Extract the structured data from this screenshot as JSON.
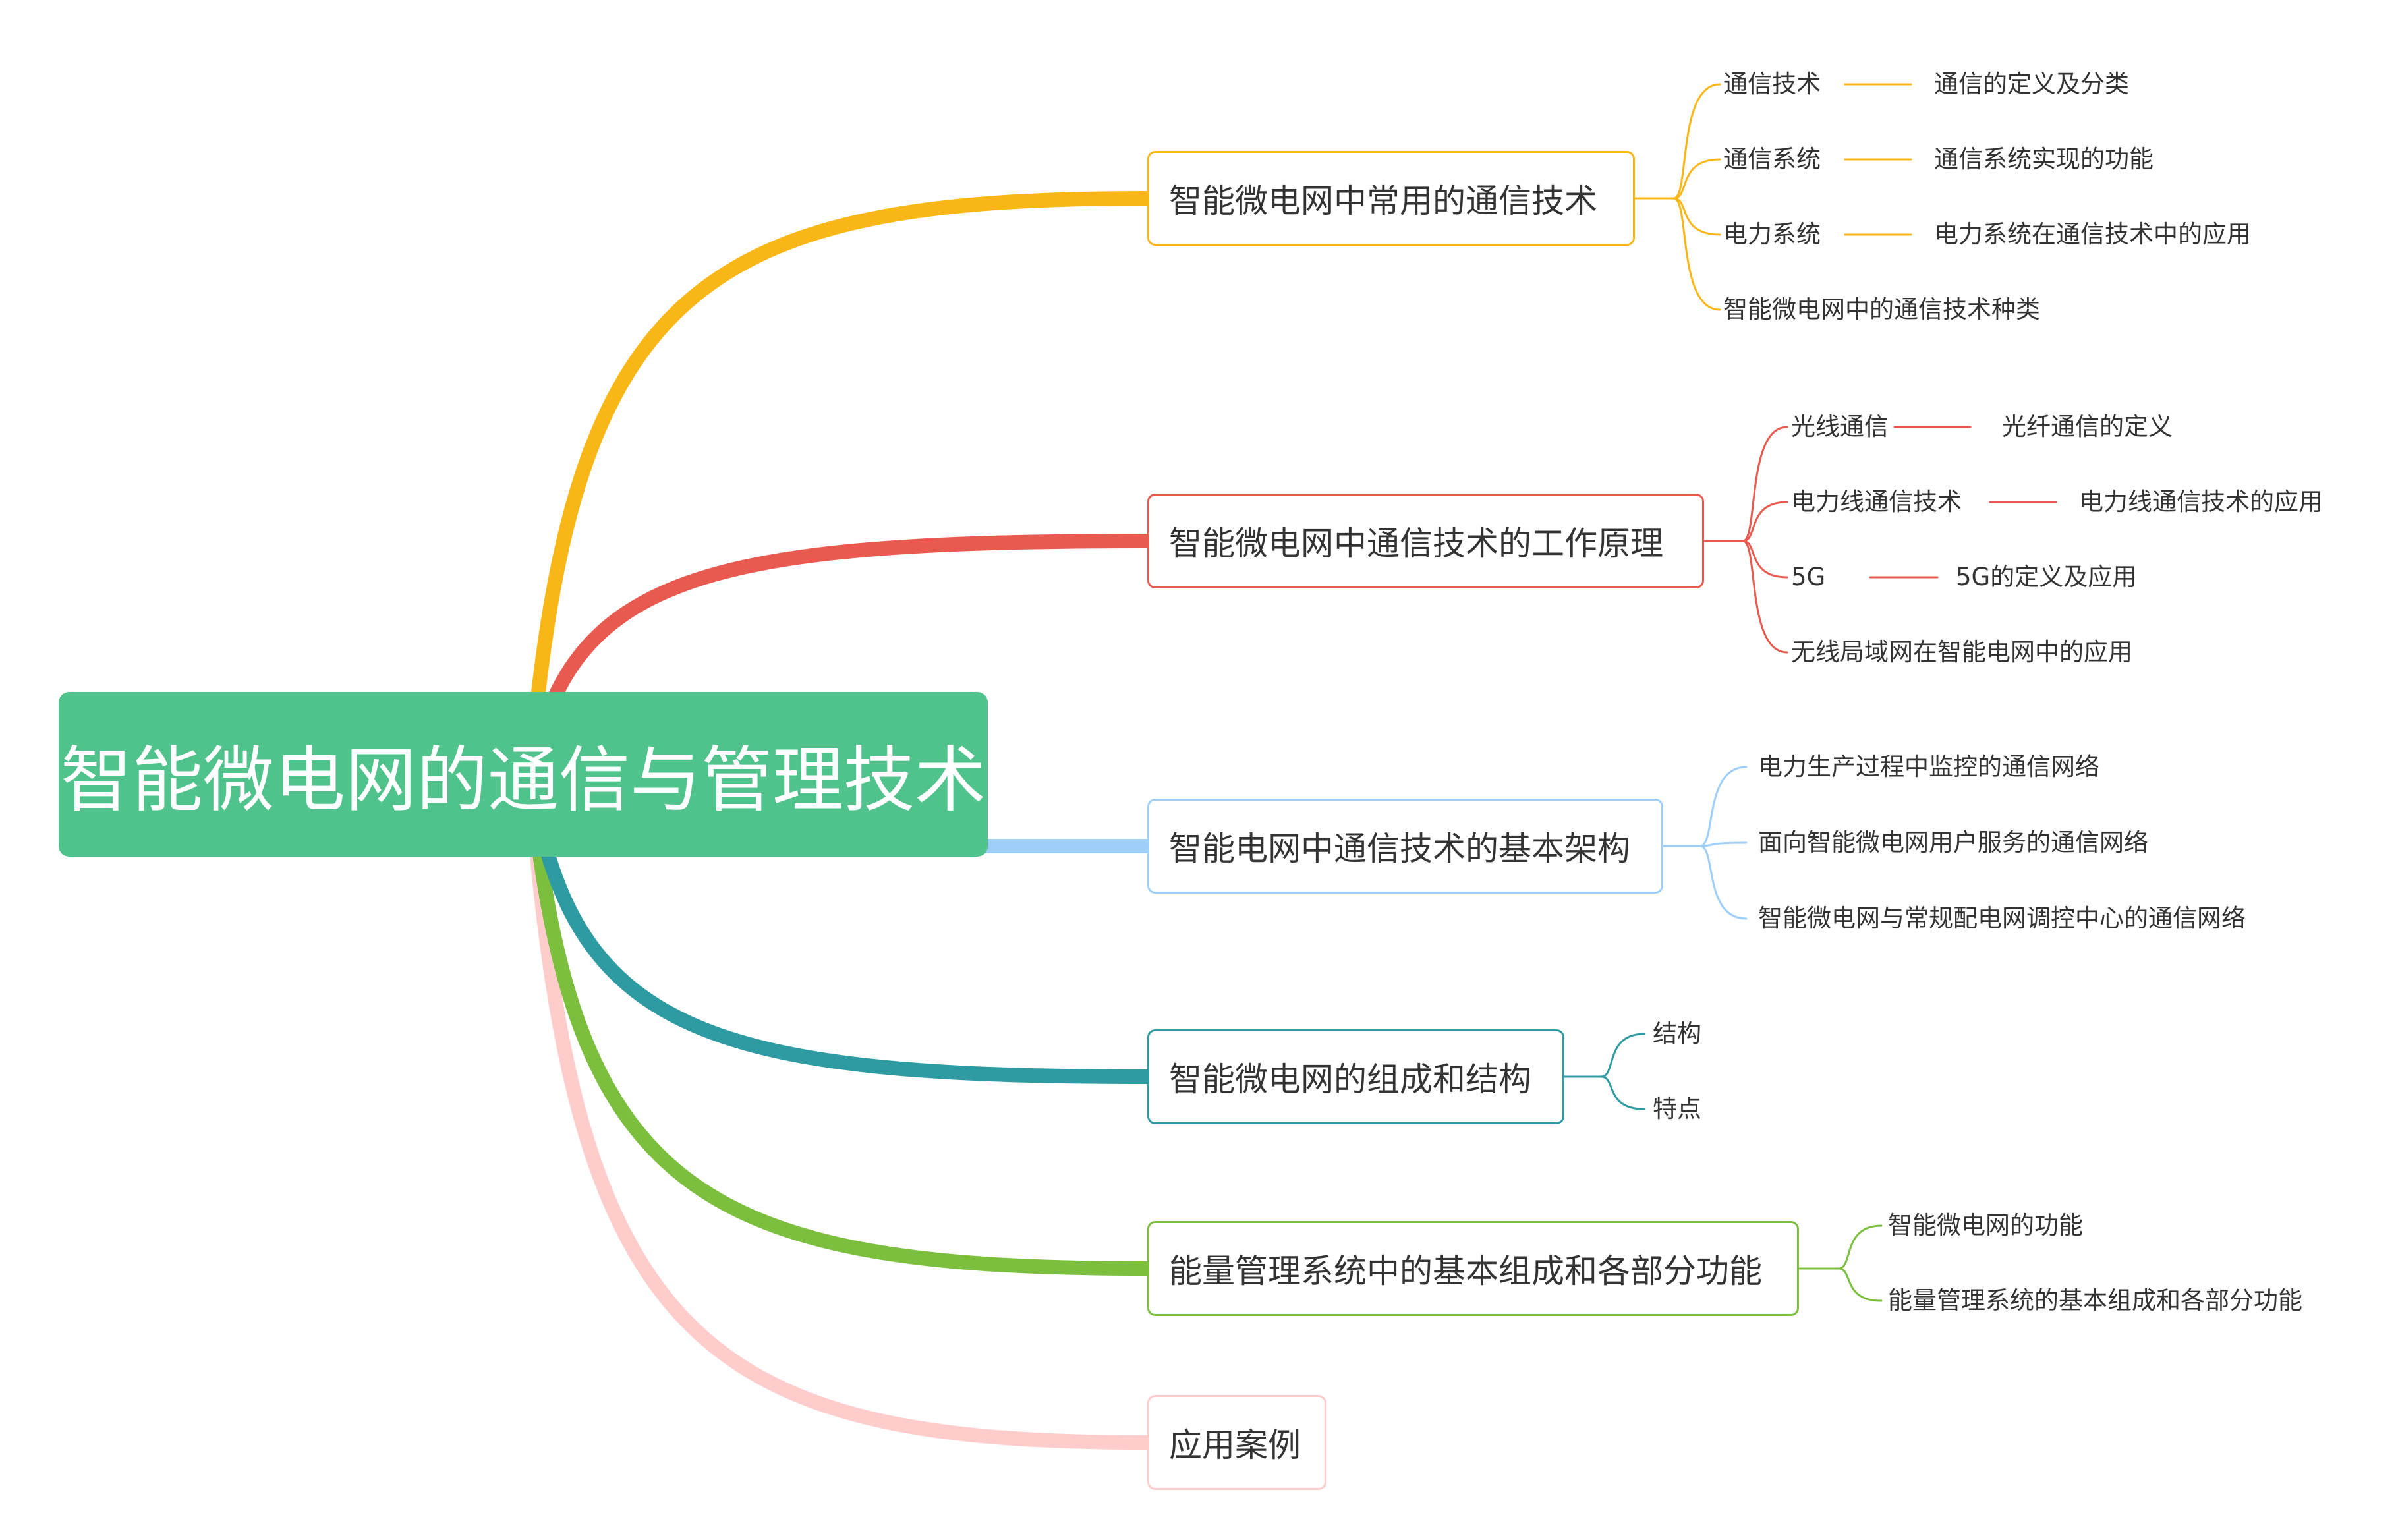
{
  "root": {
    "label": "智能微电网的通信与管理技术",
    "color": "#50C38D"
  },
  "branches": [
    {
      "label": "智能微电网中常用的通信技术",
      "color": "#F9B617",
      "children": [
        {
          "label": "通信技术",
          "detail": "通信的定义及分类"
        },
        {
          "label": "通信系统",
          "detail": "通信系统实现的功能"
        },
        {
          "label": "电力系统",
          "detail": "电力系统在通信技术中的应用"
        },
        {
          "label": "智能微电网中的通信技术种类",
          "detail": ""
        }
      ]
    },
    {
      "label": "智能微电网中通信技术的工作原理",
      "color": "#E85A4F",
      "children": [
        {
          "label": "光线通信",
          "detail": "光纤通信的定义"
        },
        {
          "label": "电力线通信技术",
          "detail": "电力线通信技术的应用"
        },
        {
          "label": "5G",
          "detail": "5G的定义及应用"
        },
        {
          "label": "无线局域网在智能电网中的应用",
          "detail": ""
        }
      ]
    },
    {
      "label": "智能电网中通信技术的基本架构",
      "color": "#9ECFFA",
      "children": [
        {
          "label": "电力生产过程中监控的通信网络",
          "detail": ""
        },
        {
          "label": "面向智能微电网用户服务的通信网络",
          "detail": ""
        },
        {
          "label": "智能微电网与常规配电网调控中心的通信网络",
          "detail": ""
        }
      ]
    },
    {
      "label": "智能微电网的组成和结构",
      "color": "#2E9BA3",
      "children": [
        {
          "label": "结构",
          "detail": ""
        },
        {
          "label": "特点",
          "detail": ""
        }
      ]
    },
    {
      "label": "能量管理系统中的基本组成和各部分功能",
      "color": "#7CBF3E",
      "children": [
        {
          "label": "智能微电网的功能",
          "detail": ""
        },
        {
          "label": "能量管理系统的基本组成和各部分功能",
          "detail": ""
        }
      ]
    },
    {
      "label": "应用案例",
      "color": "#FFCCCC",
      "children": []
    }
  ]
}
